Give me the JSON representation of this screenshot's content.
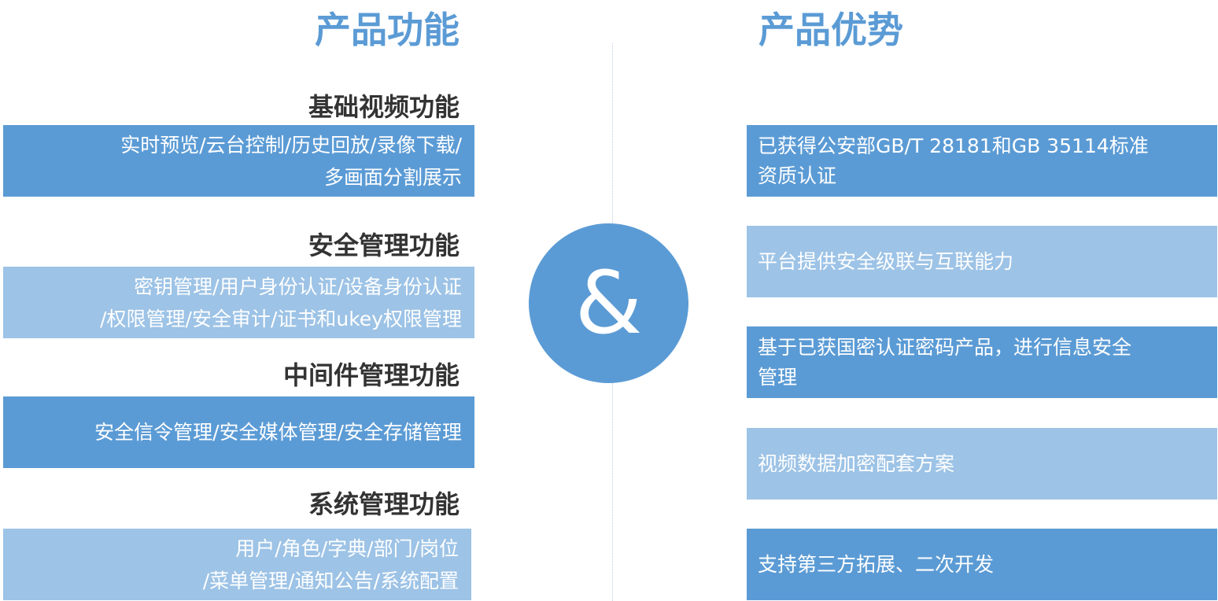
{
  "left": {
    "title": "产品功能",
    "sections": [
      {
        "heading": "基础视频功能",
        "lines": [
          "实时预览/云台控制/历史回放/录像下载/",
          "多画面分割展示"
        ],
        "color": "#5b9bd5"
      },
      {
        "heading": "安全管理功能",
        "lines": [
          "密钥管理/用户身份认证/设备身份认证",
          "/权限管理/安全审计/证书和ukey权限管理"
        ],
        "color": "#9dc3e6"
      },
      {
        "heading": "中间件管理功能",
        "lines": [
          "安全信令管理/安全媒体管理/安全存储管理"
        ],
        "color": "#5b9bd5"
      },
      {
        "heading": "系统管理功能",
        "lines": [
          "用户/角色/字典/部门/岗位",
          "/菜单管理/通知公告/系统配置"
        ],
        "color": "#9dc3e6"
      }
    ]
  },
  "center": {
    "symbol": "&"
  },
  "right": {
    "title": "产品优势",
    "items": [
      {
        "lines": [
          "已获得公安部GB/T 28181和GB 35114标准",
          "资质认证"
        ],
        "color": "#5b9bd5"
      },
      {
        "lines": [
          "平台提供安全级联与互联能力"
        ],
        "color": "#9dc3e6"
      },
      {
        "lines": [
          "基于已获国密认证密码产品，进行信息安全",
          "管理"
        ],
        "color": "#5b9bd5"
      },
      {
        "lines": [
          "视频数据加密配套方案"
        ],
        "color": "#9dc3e6"
      },
      {
        "lines": [
          "支持第三方拓展、二次开发"
        ],
        "color": "#5b9bd5"
      }
    ]
  },
  "colors": {
    "accent": "#5b9bd5",
    "light_accent": "#9dc3e6",
    "heading_text": "#333333"
  }
}
